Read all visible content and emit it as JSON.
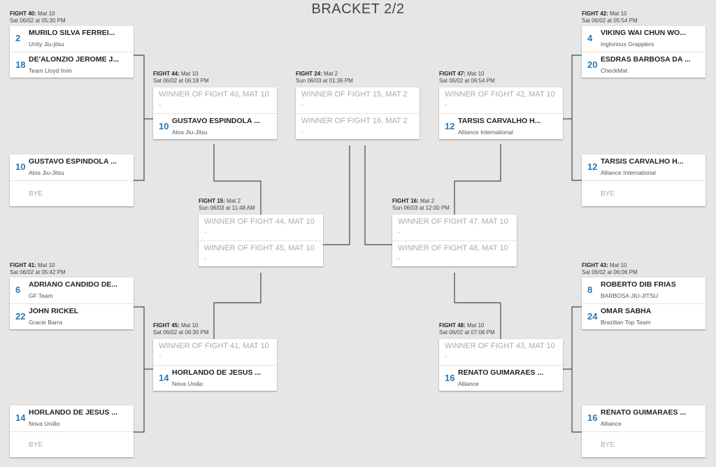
{
  "page_title": "BRACKET 2/2",
  "fights": {
    "f40": {
      "label": "FIGHT 40:",
      "mat": " Mat 10",
      "date": "Sat 06/02 at 05:30 PM",
      "slots": [
        {
          "seed": "2",
          "name": "MURILO SILVA FERREI...",
          "team": "Unity Jiu-jitsu"
        },
        {
          "seed": "18",
          "name": "DE'ALONZIO JEROME J...",
          "team": "Team Lloyd Irvin"
        }
      ]
    },
    "f44": {
      "label": "FIGHT 44:",
      "mat": " Mat 10",
      "date": "Sat 06/02 at 06:18 PM",
      "slots": [
        {
          "winner": "WINNER OF FIGHT 40, MAT 10",
          "dash": "-"
        },
        {
          "seed": "10",
          "name": "GUSTAVO ESPINDOLA ...",
          "team": "Atos Jiu-Jitsu"
        }
      ]
    },
    "f44pre": {
      "slots": [
        {
          "seed": "10",
          "name": "GUSTAVO ESPINDOLA ...",
          "team": "Atos Jiu-Jitsu"
        },
        {
          "bye": "BYE"
        }
      ]
    },
    "f24": {
      "label": "FIGHT 24:",
      "mat": " Mat 2",
      "date": "Sun 06/03 at 01:36 PM",
      "slots": [
        {
          "winner": "WINNER OF FIGHT 15, MAT 2",
          "dash": "-"
        },
        {
          "winner": "WINNER OF FIGHT 16, MAT 2",
          "dash": "-"
        }
      ]
    },
    "f47": {
      "label": "FIGHT 47:",
      "mat": " Mat 10",
      "date": "Sat 06/02 at 06:54 PM",
      "slots": [
        {
          "winner": "WINNER OF FIGHT 42, MAT 10",
          "dash": "-"
        },
        {
          "seed": "12",
          "name": "TARSIS CARVALHO H...",
          "team": "Alliance International"
        }
      ]
    },
    "f42": {
      "label": "FIGHT 42:",
      "mat": " Mat 10",
      "date": "Sat 06/02 at 05:54 PM",
      "slots": [
        {
          "seed": "4",
          "name": "VIKING WAI CHUN WO...",
          "team": "Inglorious Grapplers"
        },
        {
          "seed": "20",
          "name": "ESDRAS BARBOSA DA ...",
          "team": "CheckMat"
        }
      ]
    },
    "f47pre": {
      "slots": [
        {
          "seed": "12",
          "name": "TARSIS CARVALHO H...",
          "team": "Alliance International"
        },
        {
          "bye": "BYE"
        }
      ]
    },
    "f15": {
      "label": "FIGHT 15:",
      "mat": " Mat 2",
      "date": "Sun 06/03 at 11:48 AM",
      "slots": [
        {
          "winner": "WINNER OF FIGHT 44, MAT 10",
          "dash": "-"
        },
        {
          "winner": "WINNER OF FIGHT 45, MAT 10",
          "dash": "-"
        }
      ]
    },
    "f16": {
      "label": "FIGHT 16:",
      "mat": " Mat 2",
      "date": "Sun 06/03 at 12:00 PM",
      "slots": [
        {
          "winner": "WINNER OF FIGHT 47, MAT 10",
          "dash": "-"
        },
        {
          "winner": "WINNER OF FIGHT 48, MAT 10",
          "dash": "-"
        }
      ]
    },
    "f41": {
      "label": "FIGHT 41:",
      "mat": " Mat 10",
      "date": "Sat 06/02 at 05:42 PM",
      "slots": [
        {
          "seed": "6",
          "name": "ADRIANO CANDIDO DE...",
          "team": "GF Team"
        },
        {
          "seed": "22",
          "name": "JOHN RICKEL",
          "team": "Gracie Barra"
        }
      ]
    },
    "f45": {
      "label": "FIGHT 45:",
      "mat": " Mat 10",
      "date": "Sat 06/02 at 06:30 PM",
      "slots": [
        {
          "winner": "WINNER OF FIGHT 41, MAT 10",
          "dash": "-"
        },
        {
          "seed": "14",
          "name": "HORLANDO DE JESUS ...",
          "team": "Nova União"
        }
      ]
    },
    "f45pre": {
      "slots": [
        {
          "seed": "14",
          "name": "HORLANDO DE JESUS ...",
          "team": "Nova União"
        },
        {
          "bye": "BYE"
        }
      ]
    },
    "f48": {
      "label": "FIGHT 48:",
      "mat": " Mat 10",
      "date": "Sat 06/02 at 07:06 PM",
      "slots": [
        {
          "winner": "WINNER OF FIGHT 43, MAT 10",
          "dash": "-"
        },
        {
          "seed": "16",
          "name": "RENATO GUIMARAES ...",
          "team": "Alliance"
        }
      ]
    },
    "f43": {
      "label": "FIGHT 43:",
      "mat": " Mat 10",
      "date": "Sat 06/02 at 06:06 PM",
      "slots": [
        {
          "seed": "8",
          "name": "ROBERTO DIB FRIAS",
          "team": "BARBOSA JIU-JITSU"
        },
        {
          "seed": "24",
          "name": "OMAR SABHA",
          "team": "Brazilian Top Team"
        }
      ]
    },
    "f48pre": {
      "slots": [
        {
          "seed": "16",
          "name": "RENATO GUIMARAES ...",
          "team": "Alliance"
        },
        {
          "bye": "BYE"
        }
      ]
    }
  },
  "colors": {
    "background": "#e6e6e6",
    "card": "#ffffff",
    "seed": "#2b78b5",
    "line": "#3a4a5a"
  }
}
